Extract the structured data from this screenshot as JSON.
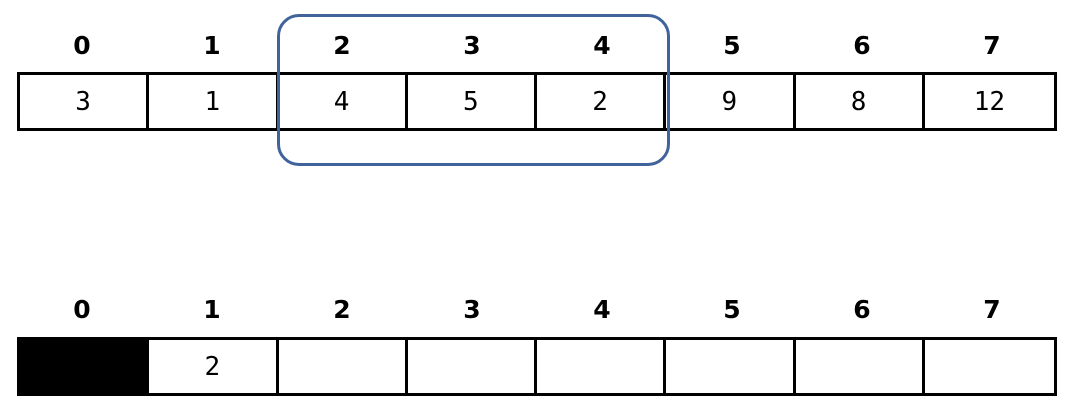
{
  "diagram": {
    "title": "array-subrange-highlight",
    "accent_color": "#41639c",
    "border_color": "#000000",
    "background_color": "#ffffff",
    "filled_cell_color": "#000000"
  },
  "arrays": [
    {
      "name": "input-array",
      "indices": [
        "0",
        "1",
        "2",
        "3",
        "4",
        "5",
        "6",
        "7"
      ],
      "values": [
        "3",
        "1",
        "4",
        "5",
        "2",
        "9",
        "8",
        "12"
      ],
      "filled": [
        false,
        false,
        false,
        false,
        false,
        false,
        false,
        false
      ]
    },
    {
      "name": "output-array",
      "indices": [
        "0",
        "1",
        "2",
        "3",
        "4",
        "5",
        "6",
        "7"
      ],
      "values": [
        "",
        "2",
        "",
        "",
        "",
        "",
        "",
        ""
      ],
      "filled": [
        true,
        false,
        false,
        false,
        false,
        false,
        false,
        false
      ]
    }
  ],
  "selection": {
    "name": "highlighted-subrange",
    "start_index": 2,
    "end_index": 4,
    "color": "#41639c"
  }
}
